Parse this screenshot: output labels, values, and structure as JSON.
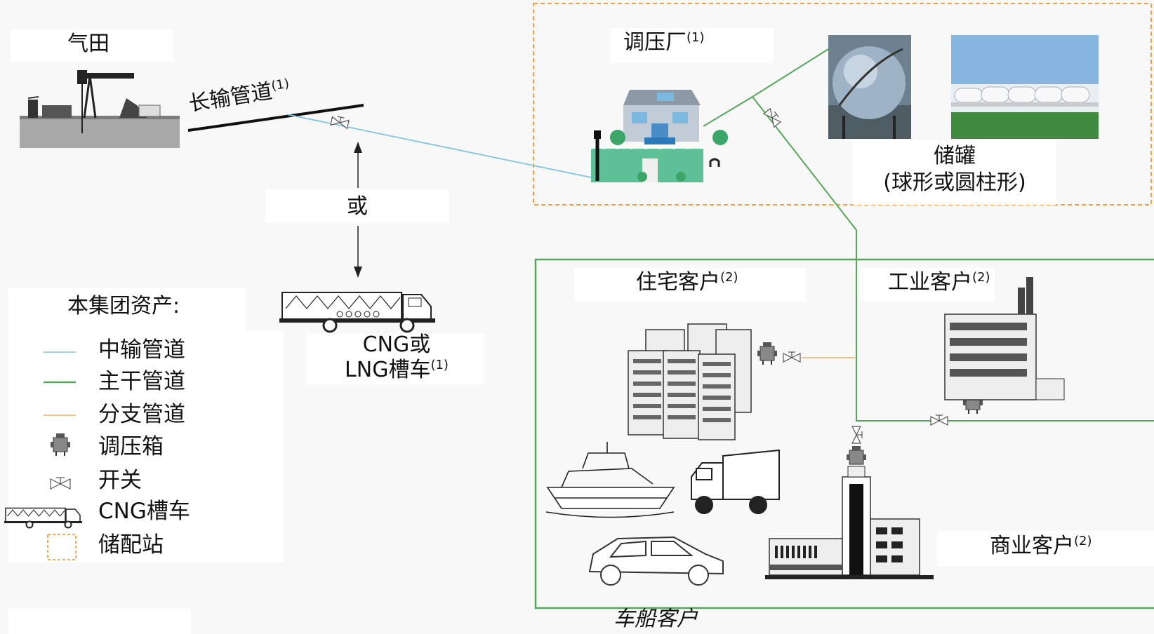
{
  "labels": {
    "gas_field": "气田",
    "long_pipeline": "长输管道",
    "or": "或",
    "cng_lng_line1": "CNG或",
    "cng_lng_line2": "LNG槽车",
    "pressure_plant": "调压厂",
    "storage_tank_line1": "储罐",
    "storage_tank_line2": "(球形或圆柱形)",
    "residential": "住宅客户",
    "industrial": "工业客户",
    "commercial": "商业客户",
    "vehicle_vessel": "车船客户",
    "note1": "(1)",
    "note2": "(2)"
  },
  "legend": {
    "title": "本集团资产:",
    "items": [
      {
        "label": "中输管道",
        "icon": "medium-pipeline-line",
        "color": "#7fc5e0"
      },
      {
        "label": "主干管道",
        "icon": "trunk-pipeline-line",
        "color": "#55a85a"
      },
      {
        "label": "分支管道",
        "icon": "branch-pipeline-line",
        "color": "#f0b060"
      },
      {
        "label": "调压箱",
        "icon": "regulator-box-icon"
      },
      {
        "label": "开关",
        "icon": "valve-icon"
      },
      {
        "label": "CNG槽车",
        "icon": "cng-truck-icon"
      },
      {
        "label": "储配站",
        "icon": "storage-station-dashed-box",
        "color": "#f0a040"
      }
    ]
  },
  "colors": {
    "medium_pipeline": "#7fc5e0",
    "trunk_pipeline": "#55a85a",
    "branch_pipeline": "#f0b060",
    "storage_station_border": "#f0a040",
    "customer_area_border": "#55a85a"
  }
}
